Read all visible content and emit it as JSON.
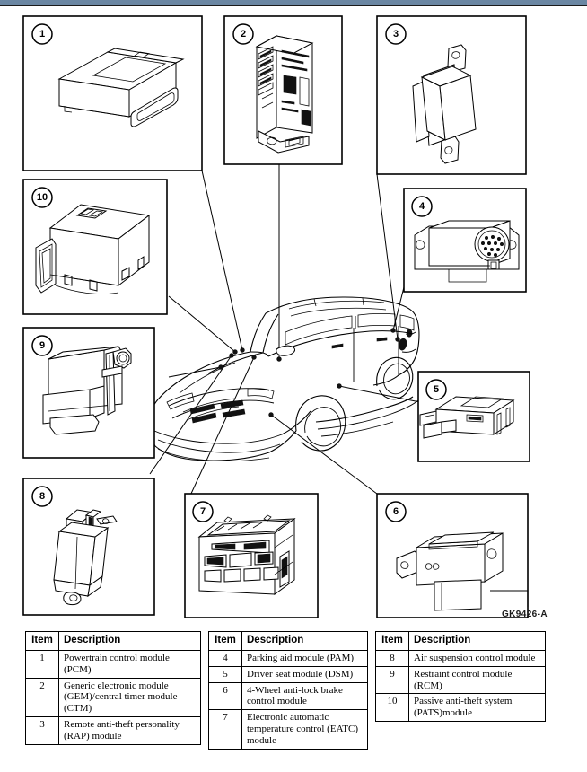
{
  "figure": {
    "part_code": "GK9426-A",
    "subject": "vehicle-module-location-diagram",
    "vehicle": "sport utility vehicle"
  },
  "callouts": [
    {
      "number": "1",
      "name": "powertrain-control-module"
    },
    {
      "number": "2",
      "name": "generic-electronic-module"
    },
    {
      "number": "3",
      "name": "remote-anti-theft-personality-module"
    },
    {
      "number": "4",
      "name": "parking-aid-module"
    },
    {
      "number": "5",
      "name": "driver-seat-module"
    },
    {
      "number": "6",
      "name": "abs-control-module"
    },
    {
      "number": "7",
      "name": "eatc-module"
    },
    {
      "number": "8",
      "name": "air-suspension-control-module"
    },
    {
      "number": "9",
      "name": "restraint-control-module"
    },
    {
      "number": "10",
      "name": "passive-anti-theft-system-module"
    }
  ],
  "tables": [
    {
      "headers": {
        "item": "Item",
        "description": "Description"
      },
      "rows": [
        {
          "item": "1",
          "description": "Powertrain control module (PCM)"
        },
        {
          "item": "2",
          "description": "Generic electronic module (GEM)/central timer module (CTM)"
        },
        {
          "item": "3",
          "description": "Remote anti-theft personality (RAP) module"
        }
      ]
    },
    {
      "headers": {
        "item": "Item",
        "description": "Description"
      },
      "rows": [
        {
          "item": "4",
          "description": "Parking aid module (PAM)"
        },
        {
          "item": "5",
          "description": "Driver seat module (DSM)"
        },
        {
          "item": "6",
          "description": "4-Wheel anti-lock brake control module"
        },
        {
          "item": "7",
          "description": "Electronic automatic temperature control (EATC) module"
        }
      ]
    },
    {
      "headers": {
        "item": "Item",
        "description": "Description"
      },
      "rows": [
        {
          "item": "8",
          "description": "Air suspension control module"
        },
        {
          "item": "9",
          "description": "Restraint control module (RCM)"
        },
        {
          "item": "10",
          "description": "Passive anti-theft system (PATS)module"
        }
      ]
    }
  ]
}
